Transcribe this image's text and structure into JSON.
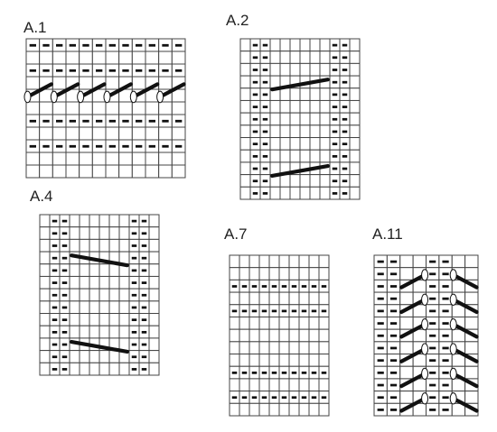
{
  "charts": [
    {
      "key": "a1",
      "title": "A.1",
      "cols": 12,
      "rows": 11,
      "purl_cells": [
        [
          0,
          0
        ],
        [
          0,
          1
        ],
        [
          0,
          2
        ],
        [
          0,
          3
        ],
        [
          0,
          4
        ],
        [
          0,
          5
        ],
        [
          0,
          6
        ],
        [
          0,
          7
        ],
        [
          0,
          8
        ],
        [
          0,
          9
        ],
        [
          0,
          10
        ],
        [
          0,
          11
        ],
        [
          2,
          0
        ],
        [
          2,
          1
        ],
        [
          2,
          2
        ],
        [
          2,
          3
        ],
        [
          2,
          4
        ],
        [
          2,
          5
        ],
        [
          2,
          6
        ],
        [
          2,
          7
        ],
        [
          2,
          8
        ],
        [
          2,
          9
        ],
        [
          2,
          10
        ],
        [
          2,
          11
        ],
        [
          6,
          0
        ],
        [
          6,
          1
        ],
        [
          6,
          2
        ],
        [
          6,
          3
        ],
        [
          6,
          4
        ],
        [
          6,
          5
        ],
        [
          6,
          6
        ],
        [
          6,
          7
        ],
        [
          6,
          8
        ],
        [
          6,
          9
        ],
        [
          6,
          10
        ],
        [
          6,
          11
        ],
        [
          8,
          0
        ],
        [
          8,
          1
        ],
        [
          8,
          2
        ],
        [
          8,
          3
        ],
        [
          8,
          4
        ],
        [
          8,
          5
        ],
        [
          8,
          6
        ],
        [
          8,
          7
        ],
        [
          8,
          8
        ],
        [
          8,
          9
        ],
        [
          8,
          10
        ],
        [
          8,
          11
        ]
      ],
      "cables": [
        {
          "from": [
            4.6,
            0.1
          ],
          "to": [
            3.6,
            1.9
          ],
          "loop": "start"
        },
        {
          "from": [
            4.6,
            2.1
          ],
          "to": [
            3.6,
            3.9
          ],
          "loop": "start"
        },
        {
          "from": [
            4.6,
            4.1
          ],
          "to": [
            3.6,
            5.9
          ],
          "loop": "start"
        },
        {
          "from": [
            4.6,
            6.1
          ],
          "to": [
            3.6,
            7.9
          ],
          "loop": "start"
        },
        {
          "from": [
            4.6,
            8.1
          ],
          "to": [
            3.6,
            9.9
          ],
          "loop": "start"
        },
        {
          "from": [
            4.6,
            10.1
          ],
          "to": [
            3.6,
            11.9
          ],
          "loop": "start"
        }
      ]
    },
    {
      "key": "a2",
      "title": "A.2",
      "cols": 12,
      "rows": 13,
      "purl_cells": [
        [
          0,
          1
        ],
        [
          0,
          2
        ],
        [
          0,
          9
        ],
        [
          0,
          10
        ],
        [
          1,
          1
        ],
        [
          1,
          2
        ],
        [
          1,
          9
        ],
        [
          1,
          10
        ],
        [
          2,
          1
        ],
        [
          2,
          2
        ],
        [
          2,
          9
        ],
        [
          2,
          10
        ],
        [
          3,
          1
        ],
        [
          3,
          2
        ],
        [
          3,
          9
        ],
        [
          3,
          10
        ],
        [
          4,
          1
        ],
        [
          4,
          2
        ],
        [
          4,
          9
        ],
        [
          4,
          10
        ],
        [
          5,
          1
        ],
        [
          5,
          2
        ],
        [
          5,
          9
        ],
        [
          5,
          10
        ],
        [
          6,
          1
        ],
        [
          6,
          2
        ],
        [
          6,
          9
        ],
        [
          6,
          10
        ],
        [
          7,
          1
        ],
        [
          7,
          2
        ],
        [
          7,
          9
        ],
        [
          7,
          10
        ],
        [
          8,
          1
        ],
        [
          8,
          2
        ],
        [
          8,
          9
        ],
        [
          8,
          10
        ],
        [
          9,
          1
        ],
        [
          9,
          2
        ],
        [
          9,
          9
        ],
        [
          9,
          10
        ],
        [
          10,
          1
        ],
        [
          10,
          2
        ],
        [
          10,
          9
        ],
        [
          10,
          10
        ],
        [
          11,
          1
        ],
        [
          11,
          2
        ],
        [
          11,
          9
        ],
        [
          11,
          10
        ],
        [
          12,
          1
        ],
        [
          12,
          2
        ],
        [
          12,
          9
        ],
        [
          12,
          10
        ]
      ],
      "cables": [
        {
          "from": [
            4.1,
            3.2
          ],
          "to": [
            3.3,
            8.8
          ]
        },
        {
          "from": [
            11.1,
            3.2
          ],
          "to": [
            10.3,
            8.8
          ]
        }
      ]
    },
    {
      "key": "a4",
      "title": "A.4",
      "cols": 12,
      "rows": 13,
      "purl_cells": [
        [
          0,
          1
        ],
        [
          0,
          2
        ],
        [
          0,
          9
        ],
        [
          0,
          10
        ],
        [
          1,
          1
        ],
        [
          1,
          2
        ],
        [
          1,
          9
        ],
        [
          1,
          10
        ],
        [
          2,
          1
        ],
        [
          2,
          2
        ],
        [
          2,
          9
        ],
        [
          2,
          10
        ],
        [
          3,
          1
        ],
        [
          3,
          2
        ],
        [
          3,
          9
        ],
        [
          3,
          10
        ],
        [
          4,
          1
        ],
        [
          4,
          2
        ],
        [
          4,
          9
        ],
        [
          4,
          10
        ],
        [
          5,
          1
        ],
        [
          5,
          2
        ],
        [
          5,
          9
        ],
        [
          5,
          10
        ],
        [
          6,
          1
        ],
        [
          6,
          2
        ],
        [
          6,
          9
        ],
        [
          6,
          10
        ],
        [
          7,
          1
        ],
        [
          7,
          2
        ],
        [
          7,
          9
        ],
        [
          7,
          10
        ],
        [
          8,
          1
        ],
        [
          8,
          2
        ],
        [
          8,
          9
        ],
        [
          8,
          10
        ],
        [
          9,
          1
        ],
        [
          9,
          2
        ],
        [
          9,
          9
        ],
        [
          9,
          10
        ],
        [
          10,
          1
        ],
        [
          10,
          2
        ],
        [
          10,
          9
        ],
        [
          10,
          10
        ],
        [
          11,
          1
        ],
        [
          11,
          2
        ],
        [
          11,
          9
        ],
        [
          11,
          10
        ],
        [
          12,
          1
        ],
        [
          12,
          2
        ],
        [
          12,
          9
        ],
        [
          12,
          10
        ]
      ],
      "cables": [
        {
          "from": [
            3.3,
            3.2
          ],
          "to": [
            4.1,
            8.8
          ]
        },
        {
          "from": [
            10.3,
            3.2
          ],
          "to": [
            11.1,
            8.8
          ]
        }
      ]
    },
    {
      "key": "a7",
      "title": "A.7",
      "cols": 10,
      "rows": 13,
      "purl_cells": [
        [
          2,
          0
        ],
        [
          2,
          1
        ],
        [
          2,
          2
        ],
        [
          2,
          3
        ],
        [
          2,
          4
        ],
        [
          2,
          5
        ],
        [
          2,
          6
        ],
        [
          2,
          7
        ],
        [
          2,
          8
        ],
        [
          2,
          9
        ],
        [
          4,
          0
        ],
        [
          4,
          1
        ],
        [
          4,
          2
        ],
        [
          4,
          3
        ],
        [
          4,
          4
        ],
        [
          4,
          5
        ],
        [
          4,
          6
        ],
        [
          4,
          7
        ],
        [
          4,
          8
        ],
        [
          4,
          9
        ],
        [
          9,
          0
        ],
        [
          9,
          1
        ],
        [
          9,
          2
        ],
        [
          9,
          3
        ],
        [
          9,
          4
        ],
        [
          9,
          5
        ],
        [
          9,
          6
        ],
        [
          9,
          7
        ],
        [
          9,
          8
        ],
        [
          9,
          9
        ],
        [
          11,
          0
        ],
        [
          11,
          1
        ],
        [
          11,
          2
        ],
        [
          11,
          3
        ],
        [
          11,
          4
        ],
        [
          11,
          5
        ],
        [
          11,
          6
        ],
        [
          11,
          7
        ],
        [
          11,
          8
        ],
        [
          11,
          9
        ]
      ],
      "cables": []
    },
    {
      "key": "a11",
      "title": "A.11",
      "cols": 8,
      "rows": 13,
      "purl_cells": [
        [
          0,
          0
        ],
        [
          0,
          1
        ],
        [
          0,
          4
        ],
        [
          0,
          5
        ],
        [
          1,
          0
        ],
        [
          1,
          1
        ],
        [
          1,
          4
        ],
        [
          1,
          5
        ],
        [
          2,
          0
        ],
        [
          2,
          1
        ],
        [
          2,
          4
        ],
        [
          2,
          5
        ],
        [
          3,
          0
        ],
        [
          3,
          1
        ],
        [
          3,
          4
        ],
        [
          3,
          5
        ],
        [
          4,
          0
        ],
        [
          4,
          1
        ],
        [
          4,
          4
        ],
        [
          4,
          5
        ],
        [
          5,
          0
        ],
        [
          5,
          1
        ],
        [
          5,
          4
        ],
        [
          5,
          5
        ],
        [
          6,
          0
        ],
        [
          6,
          1
        ],
        [
          6,
          4
        ],
        [
          6,
          5
        ],
        [
          7,
          0
        ],
        [
          7,
          1
        ],
        [
          7,
          4
        ],
        [
          7,
          5
        ],
        [
          8,
          0
        ],
        [
          8,
          1
        ],
        [
          8,
          4
        ],
        [
          8,
          5
        ],
        [
          9,
          0
        ],
        [
          9,
          1
        ],
        [
          9,
          4
        ],
        [
          9,
          5
        ],
        [
          10,
          0
        ],
        [
          10,
          1
        ],
        [
          10,
          4
        ],
        [
          10,
          5
        ],
        [
          11,
          0
        ],
        [
          11,
          1
        ],
        [
          11,
          4
        ],
        [
          11,
          5
        ],
        [
          12,
          0
        ],
        [
          12,
          1
        ],
        [
          12,
          4
        ],
        [
          12,
          5
        ]
      ],
      "cables": [
        {
          "from": [
            2.6,
            2.1
          ],
          "to": [
            1.6,
            3.9
          ],
          "loop": "end"
        },
        {
          "from": [
            1.6,
            6.1
          ],
          "to": [
            2.6,
            7.9
          ],
          "loop": "start"
        },
        {
          "from": [
            4.6,
            2.1
          ],
          "to": [
            3.6,
            3.9
          ],
          "loop": "end"
        },
        {
          "from": [
            3.6,
            6.1
          ],
          "to": [
            4.6,
            7.9
          ],
          "loop": "start"
        },
        {
          "from": [
            6.6,
            2.1
          ],
          "to": [
            5.6,
            3.9
          ],
          "loop": "end"
        },
        {
          "from": [
            5.6,
            6.1
          ],
          "to": [
            6.6,
            7.9
          ],
          "loop": "start"
        },
        {
          "from": [
            8.6,
            2.1
          ],
          "to": [
            7.6,
            3.9
          ],
          "loop": "end"
        },
        {
          "from": [
            7.6,
            6.1
          ],
          "to": [
            8.6,
            7.9
          ],
          "loop": "start"
        },
        {
          "from": [
            10.6,
            2.1
          ],
          "to": [
            9.6,
            3.9
          ],
          "loop": "end"
        },
        {
          "from": [
            9.6,
            6.1
          ],
          "to": [
            10.6,
            7.9
          ],
          "loop": "start"
        },
        {
          "from": [
            12.6,
            2.1
          ],
          "to": [
            11.6,
            3.9
          ],
          "loop": "end"
        },
        {
          "from": [
            11.6,
            6.1
          ],
          "to": [
            12.6,
            7.9
          ],
          "loop": "start"
        }
      ]
    }
  ]
}
